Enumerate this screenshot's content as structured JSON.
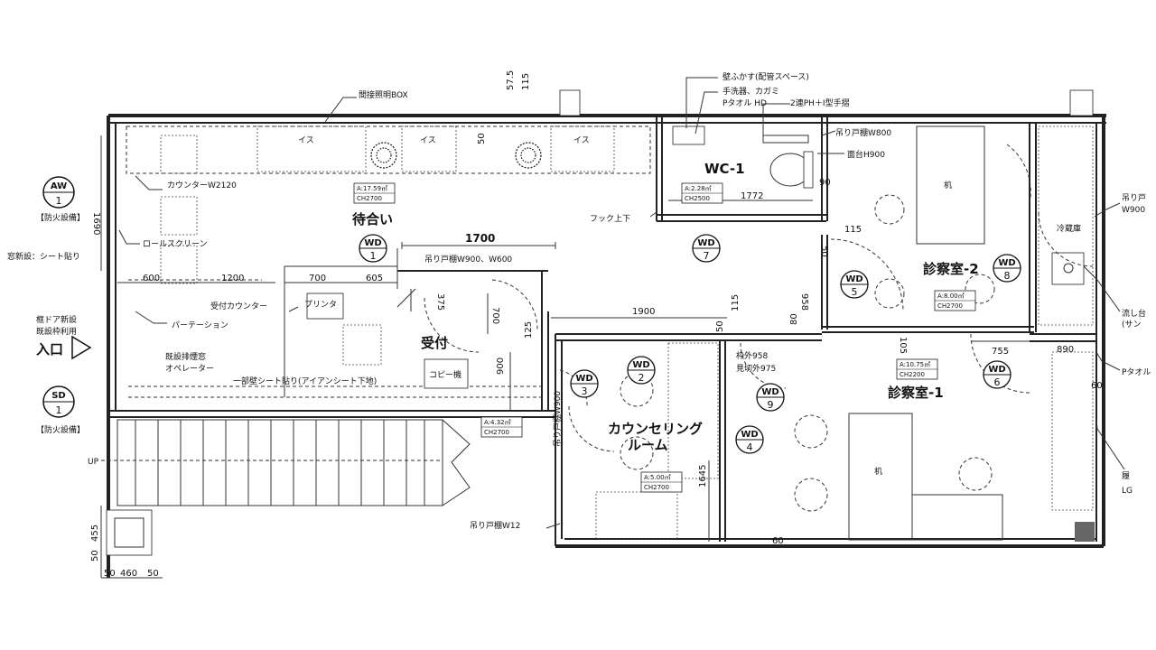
{
  "rooms": {
    "waiting": "待合い",
    "reception": "受付",
    "wc": "WC-1",
    "exam1": "診察室-1",
    "exam2": "診察室-2",
    "counseling": "カウンセリング\nルーム"
  },
  "area_tags": {
    "waiting": [
      "A:17.59㎡",
      "CH2700"
    ],
    "wc": [
      "A:2.28㎡",
      "CH2500"
    ],
    "exam1": [
      "A:10.75㎡",
      "CH2200"
    ],
    "exam2": [
      "A:8.00㎡",
      "CH2700"
    ],
    "counseling": [
      "A:5.00㎡",
      "CH2700"
    ],
    "stair": [
      "A:4.32㎡",
      "CH2700"
    ]
  },
  "labels": {
    "indirect_light": "間接照明BOX",
    "wall_offset": "壁ふかす(配管スペース)",
    "hand_wash": "手洗器、カガミ",
    "towel_hd": "Pタオル HD",
    "paper_holder": "2連PH＋I型手摺",
    "hang_door_800": "吊り戸棚W800",
    "counter_900": "面台H900",
    "hook": "フック上下",
    "counter_2120": "カウンターW2120",
    "roll_screen": "ロールスクリーン",
    "hang_door_900": "吊り戸棚W900、W600",
    "reception_counter": "受付カウンター",
    "printer": "プリンタ",
    "partition": "パーテーション",
    "exhaust": "既設排煙窓",
    "operator": "オペレーター",
    "wall_sheet": "一部壁シート貼り(アイアンシート下地)",
    "copier": "コピー機",
    "new_sheet": "窓新設：シート貼り",
    "door_new": "框ドア新設",
    "frame_reuse": "既設枠利用",
    "entrance": "入口",
    "fire_equip": "【防火設備】",
    "fire_equip2": "【防火設備】",
    "chair": "イス",
    "desk": "机",
    "cabinet": "吊り戸棚W900",
    "hang_door_12": "吊り戸棚W12",
    "frame_outer": "枠外958",
    "frame_cut": "見切外975",
    "fridge": "冷蔵庫",
    "hang_right": "吊り戸",
    "sink_right": "流し台",
    "sink_paren": "(サン",
    "towel_right": "Pタオル",
    "lg_right": "LG",
    "hang_w": "W900",
    "up": "UP",
    "fragment_right": "履"
  },
  "tags": [
    {
      "id": "AW",
      "n": "1"
    },
    {
      "id": "SD",
      "n": "1"
    },
    {
      "id": "WD",
      "n": "1"
    },
    {
      "id": "WD",
      "n": "2"
    },
    {
      "id": "WD",
      "n": "3"
    },
    {
      "id": "WD",
      "n": "4"
    },
    {
      "id": "WD",
      "n": "5"
    },
    {
      "id": "WD",
      "n": "6"
    },
    {
      "id": "WD",
      "n": "7"
    },
    {
      "id": "WD",
      "n": "8"
    },
    {
      "id": "WD",
      "n": "9"
    }
  ],
  "dims": {
    "d1700": "1700",
    "d1900": "1900",
    "d1200": "1200",
    "d600": "600",
    "d700": "700",
    "d605": "605",
    "d1772": "1772",
    "d1690": "1690",
    "d900v": "900",
    "d1645": "1645",
    "d755": "755",
    "d890": "890",
    "d958": "958",
    "d115a": "115",
    "d115b": "115",
    "d115c": "115",
    "d575": "57.5",
    "d50a": "50",
    "d460": "460",
    "d50b": "50",
    "d50c": "50",
    "d455": "455",
    "d60a": "60",
    "d60b": "60",
    "d90": "90",
    "d375": "375",
    "d700v": "700",
    "d125": "125",
    "d50m": "50",
    "d80": "80",
    "d105": "105",
    "d50d": "50",
    "d50e": "50"
  }
}
